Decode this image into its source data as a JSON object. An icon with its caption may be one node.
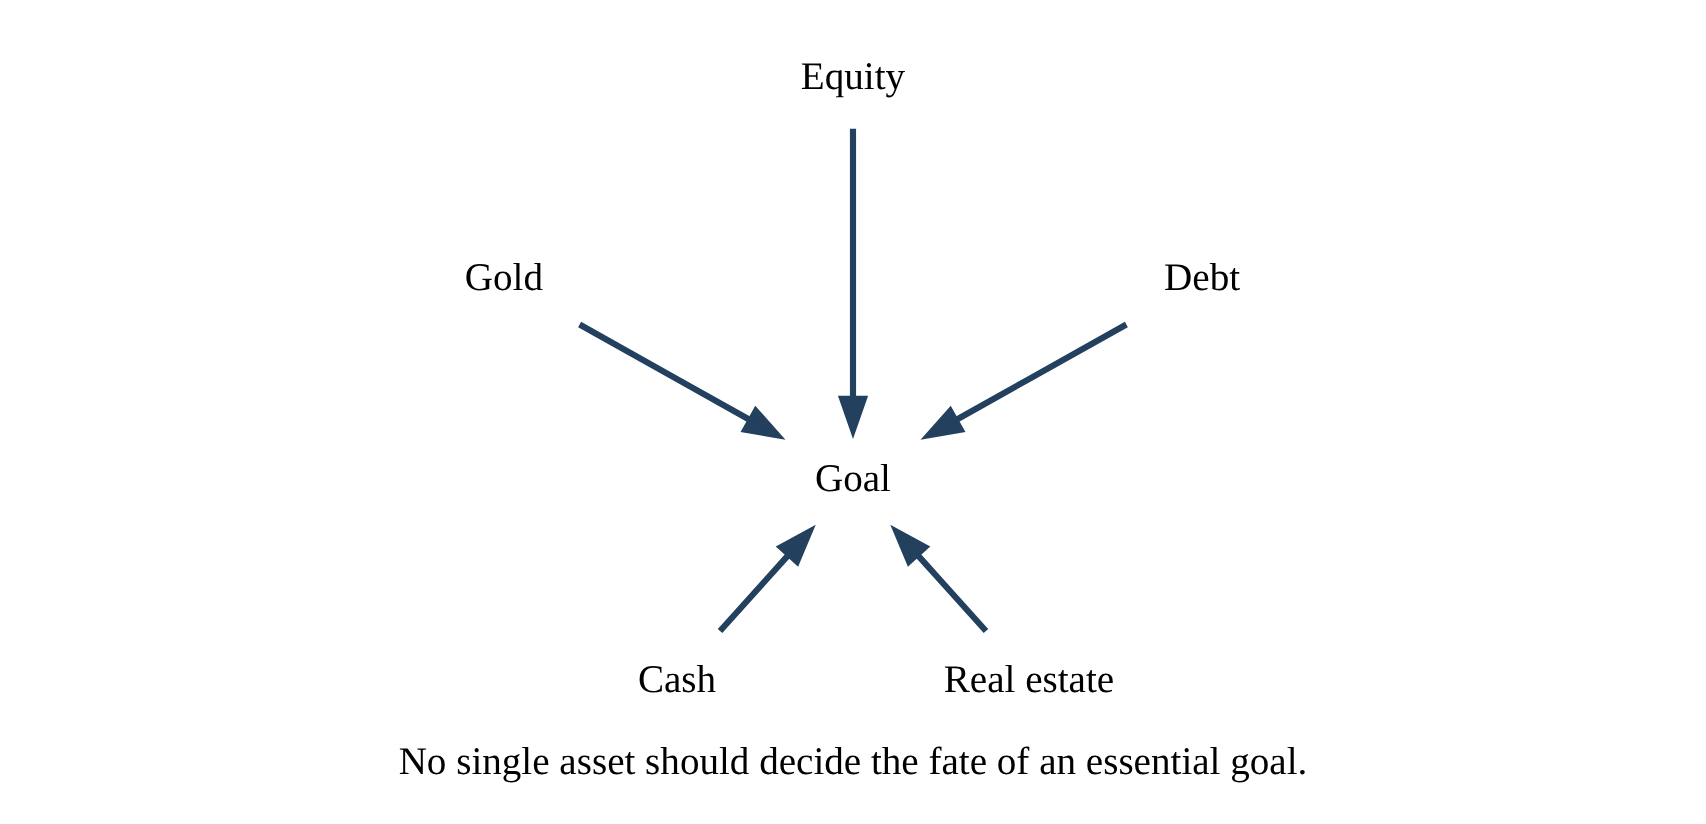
{
  "diagram": {
    "caption": "No single asset should decide the fate of an essential goal.",
    "nodes": [
      {
        "text": [
          "Equity"
        ]
      },
      {
        "text": [
          "Gold"
        ]
      },
      {
        "text": [
          "Debt"
        ]
      },
      {
        "text": [
          "Goal"
        ]
      },
      {
        "text": [
          "Cash"
        ]
      },
      {
        "text": [
          "Real estate"
        ]
      }
    ],
    "edges": [
      {
        "from": 0,
        "to": 3,
        "arrow": "to"
      },
      {
        "from": 1,
        "to": 3,
        "arrow": "to"
      },
      {
        "from": 2,
        "to": 3,
        "arrow": "to"
      },
      {
        "from": 4,
        "to": 3,
        "arrow": "to"
      },
      {
        "from": 5,
        "to": 3,
        "arrow": "to"
      }
    ]
  }
}
